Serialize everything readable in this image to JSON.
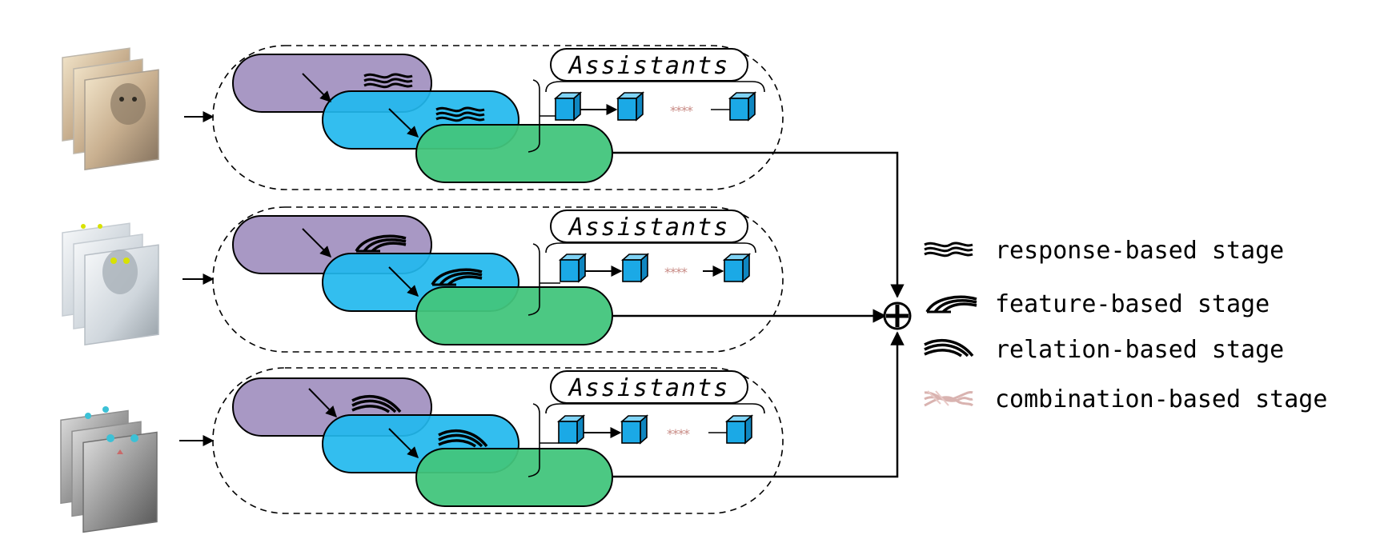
{
  "colors": {
    "purple": "#a898c4",
    "blue": "#22b9ee",
    "green": "#42c57c",
    "cube": "#1ba9e6",
    "ellipsis": "#c98c86",
    "stroke": "#000000"
  },
  "rows": [
    {
      "assistants_label": "Assistants",
      "stage": "response",
      "ellipsis": "****",
      "image_icon": "cat-photo-color-icon"
    },
    {
      "assistants_label": "Assistants",
      "stage": "feature",
      "ellipsis": "****",
      "image_icon": "cat-photo-sketch-icon"
    },
    {
      "assistants_label": "Assistants",
      "stage": "relation",
      "ellipsis": "****",
      "image_icon": "cat-photo-gray-icon"
    }
  ],
  "combine_icon": "circle-plus-icon",
  "legend": [
    {
      "label": "response-based stage",
      "icon": "response-stage-icon"
    },
    {
      "label": "feature-based stage",
      "icon": "feature-stage-icon"
    },
    {
      "label": "relation-based stage",
      "icon": "relation-stage-icon"
    },
    {
      "label": "combination-based stage",
      "icon": "combination-stage-icon"
    }
  ]
}
